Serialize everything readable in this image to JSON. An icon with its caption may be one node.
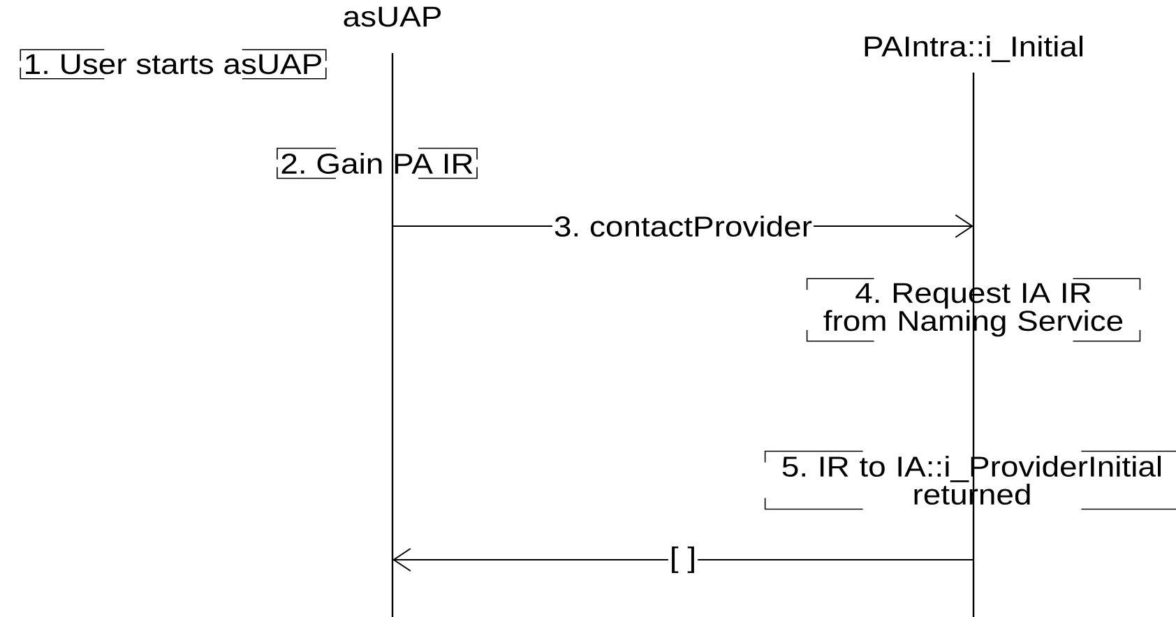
{
  "diagram": {
    "nodes": [
      {
        "text": [
          "asUAP"
        ]
      },
      {
        "text": [
          "PAIntra::i_Initial"
        ]
      },
      {
        "text": [
          "1. User starts asUAP"
        ]
      },
      {
        "text": [
          "2. Gain PA IR"
        ]
      },
      {
        "text": [
          "4. Request IA IR from Naming Service"
        ]
      },
      {
        "text": [
          "5. IR to IA::i_ProviderInitial returned"
        ]
      }
    ],
    "edges": [
      {
        "from": 0,
        "to": 1,
        "arrow": "to",
        "label": "3. contactProvider"
      },
      {
        "from": 1,
        "to": 0,
        "arrow": "to",
        "label": "[ ]"
      }
    ]
  }
}
